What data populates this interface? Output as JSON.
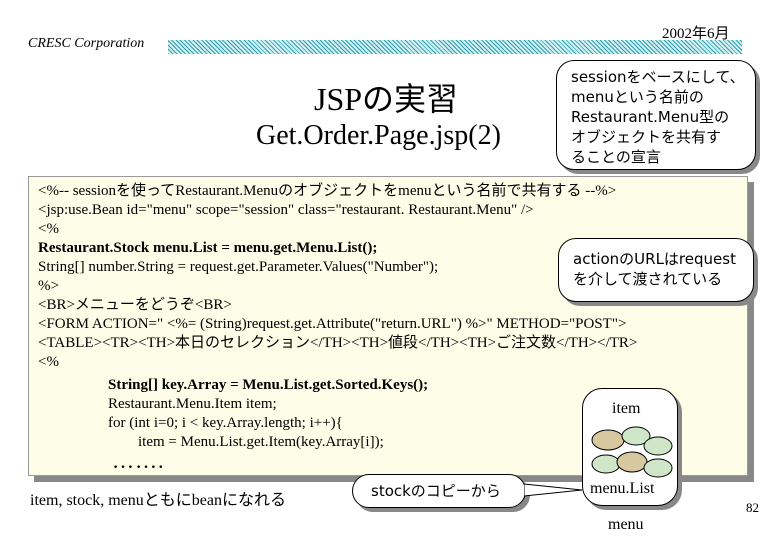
{
  "header": {
    "company": "CRESC Corporation",
    "date": "2002年6月"
  },
  "title": {
    "line1": "JSPの実習",
    "line2": "Get.Order.Page.jsp(2)"
  },
  "code": {
    "lines": [
      "<%-- sessionを使ってRestaurant.Menuのオブジェクトをmenuという名前で共有する --%>",
      "<jsp:use.Bean id=\"menu\" scope=\"session\" class=\"restaurant. Restaurant.Menu\" />",
      "<%",
      "Restaurant.Stock menu.List = menu.get.Menu.List();",
      "String[] number.String = request.get.Parameter.Values(\"Number\");",
      "%>",
      "<BR>メニューをどうぞ<BR>",
      "<FORM ACTION=\" <%= (String)request.get.Attribute(\"return.URL\") %>\" METHOD=\"POST\">",
      "<TABLE><TR><TH>本日のセレクション</TH><TH>値段</TH><TH>ご注文数</TH></TR>",
      "<%"
    ],
    "inner_lines": [
      "String[] key.Array = Menu.List.get.Sorted.Keys();",
      "Restaurant.Menu.Item item;",
      "for (int i=0; i < key.Array.length; i++){",
      "        item = Menu.List.get.Item(key.Array[i]);"
    ],
    "ellipsis": "……."
  },
  "callouts": {
    "session": [
      "sessionをベースにして、",
      "menuという名前の",
      "Restaurant.Menu型の",
      "オブジェクトを共有す",
      "ることの宣言"
    ],
    "action": [
      "actionのURLはrequest",
      "を介して渡されている"
    ],
    "stock": "stockのコピーから"
  },
  "diagram": {
    "item_label": "item",
    "menulist_label": "menu.List",
    "menu_label": "menu"
  },
  "footer": {
    "bottom_text": "item, stock, menuともにbeanになれる",
    "page_number": "82"
  }
}
